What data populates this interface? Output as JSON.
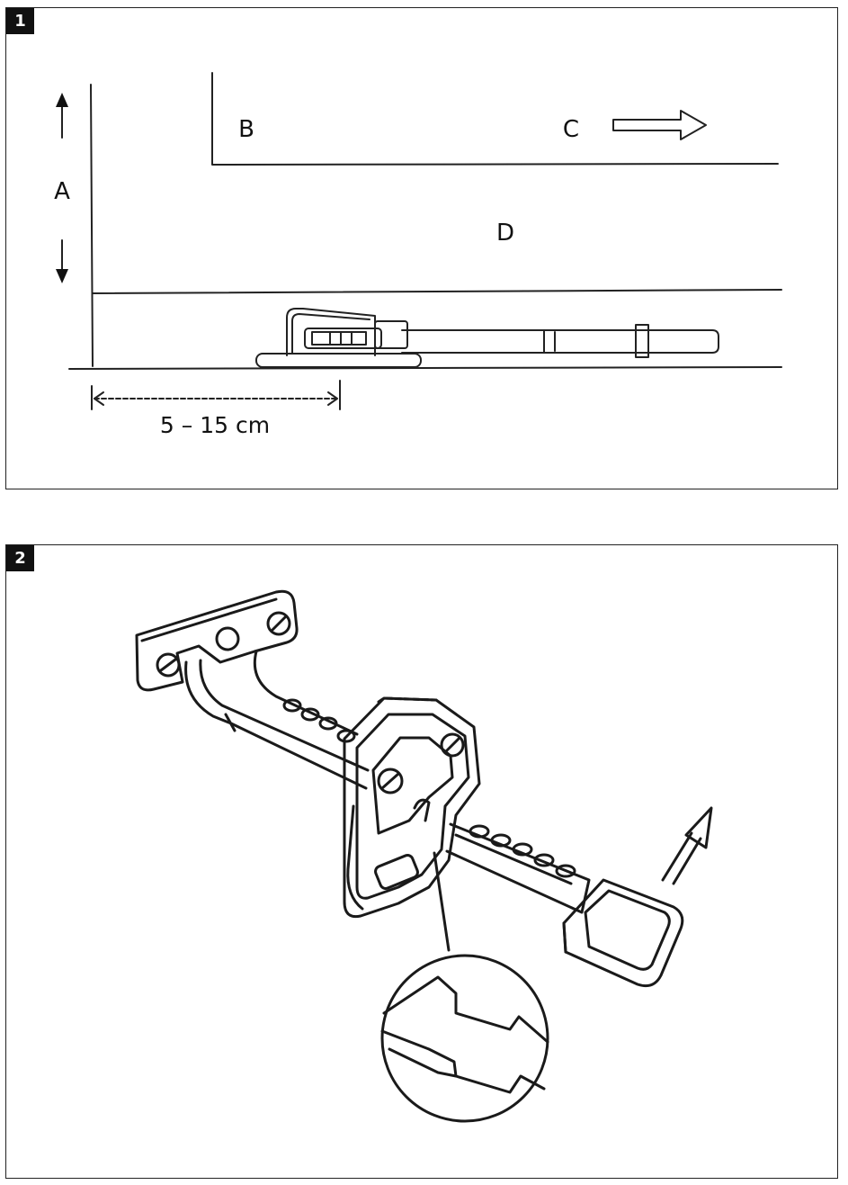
{
  "figure_1": {
    "number": "1",
    "labels": {
      "a": "A",
      "b": "B",
      "c": "C",
      "d": "D"
    },
    "dimension": "5 – 15 cm"
  },
  "figure_2": {
    "number": "2"
  }
}
